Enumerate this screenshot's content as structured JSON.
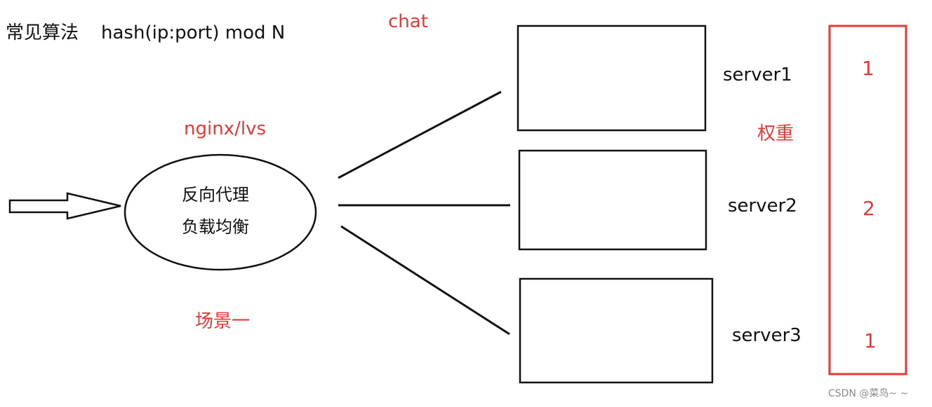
{
  "heading": {
    "algo_label": "常见算法",
    "formula": "hash(ip:port) mod N"
  },
  "chat_label": "chat",
  "proxy": {
    "tech_label": "nginx/lvs",
    "line1": "反向代理",
    "line2": "负载均衡"
  },
  "scene_label": "场景一",
  "weight_label": "权重",
  "servers": [
    {
      "name": "server1",
      "weight": "1"
    },
    {
      "name": "server2",
      "weight": "2"
    },
    {
      "name": "server3",
      "weight": "1"
    }
  ],
  "footer": "CSDN @菜鸟~ ~",
  "colors": {
    "annotation_red": "#e53935",
    "stroke": "#111111",
    "weight_box": "#e53935"
  }
}
